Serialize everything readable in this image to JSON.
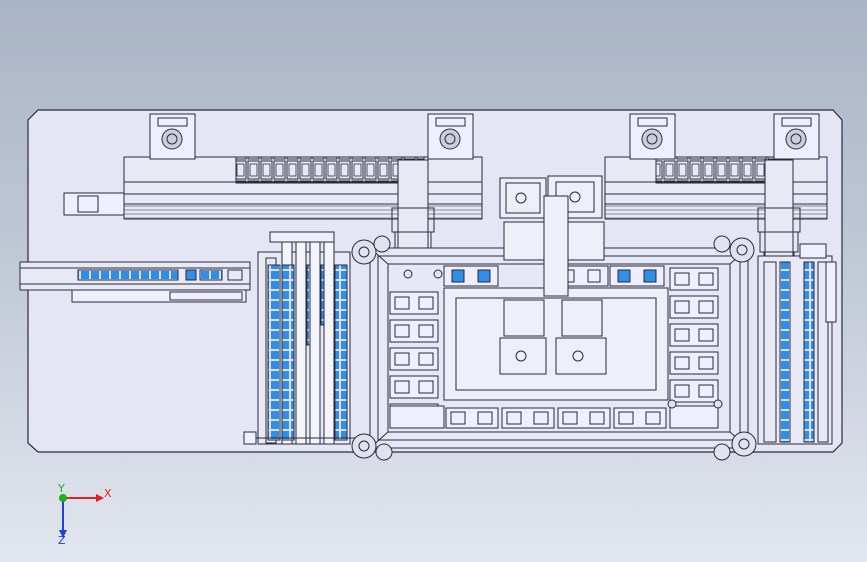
{
  "view": {
    "background_top": "#a9b4c6",
    "background_bottom": "#e2e6ee",
    "plate_fill": "#e4e6f6",
    "line_color": "#2a2a3a",
    "accent_blue": "#2f8fe8",
    "triad": {
      "x_label": "X",
      "y_label": "Y",
      "z_label": "Z",
      "x_color": "#e02020",
      "y_color": "#20b020",
      "z_color": "#2040e0"
    }
  }
}
